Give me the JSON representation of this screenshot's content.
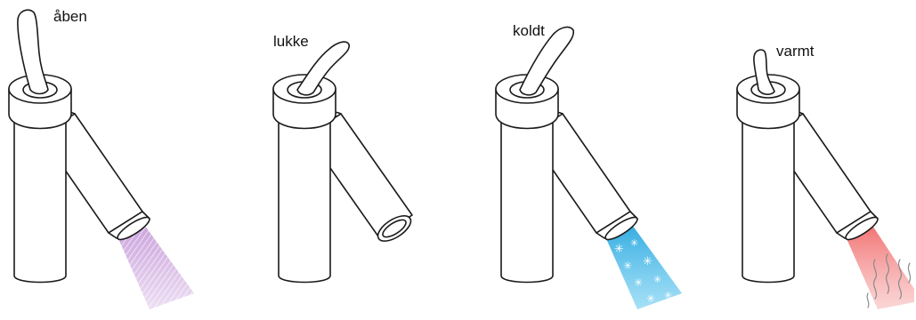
{
  "panels": [
    {
      "label": "åben",
      "handle": "up",
      "flow": "mixed",
      "color": "#b77fcf"
    },
    {
      "label": "lukke",
      "handle": "down",
      "flow": "none",
      "color": ""
    },
    {
      "label": "koldt",
      "handle": "cold",
      "flow": "cold",
      "color": "#28a9de"
    },
    {
      "label": "varmt",
      "handle": "hot",
      "flow": "hot",
      "color": "#ef6060"
    }
  ]
}
